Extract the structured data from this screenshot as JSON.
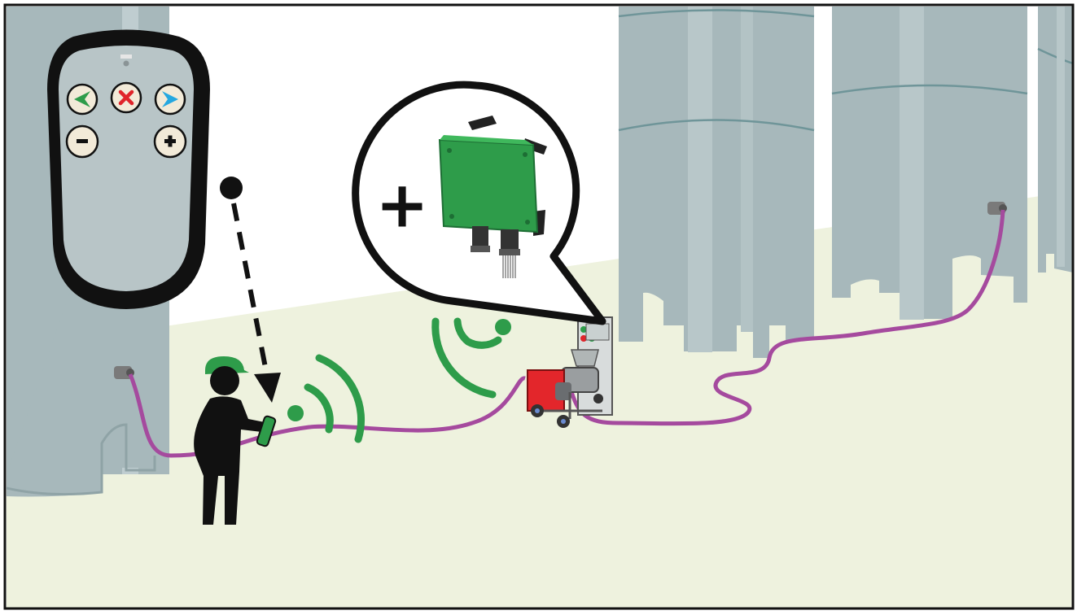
{
  "scene": "winery-tank-hall",
  "remote": {
    "buttons": [
      {
        "name": "back-arrow-button",
        "icon": "arrow-left-icon",
        "color": "#2e9c4a"
      },
      {
        "name": "stop-button",
        "icon": "close-icon",
        "color": "#e0242a"
      },
      {
        "name": "forward-arrow-button",
        "icon": "arrow-right-icon",
        "color": "#25a8e0"
      },
      {
        "name": "minus-button",
        "label": "-"
      },
      {
        "name": "plus-button",
        "label": "+"
      }
    ],
    "body_color": "#b8c5c7",
    "frame_color": "#111111",
    "button_face": "#f2ead8"
  },
  "callout": {
    "symbol": "+",
    "module_color": "#2e9c4a",
    "module_icon": "receiver-box-icon"
  },
  "signals": [
    {
      "name": "remote-signal",
      "icon": "wifi-signal-icon"
    },
    {
      "name": "receiver-signal",
      "icon": "wifi-signal-icon"
    }
  ],
  "colors": {
    "hose": "#a54a9e",
    "floor": "#eef2de",
    "tank": "#a7b8bb",
    "signal": "#2e9c4a",
    "pump": "#e3262b",
    "helmet": "#2e9c4a"
  }
}
